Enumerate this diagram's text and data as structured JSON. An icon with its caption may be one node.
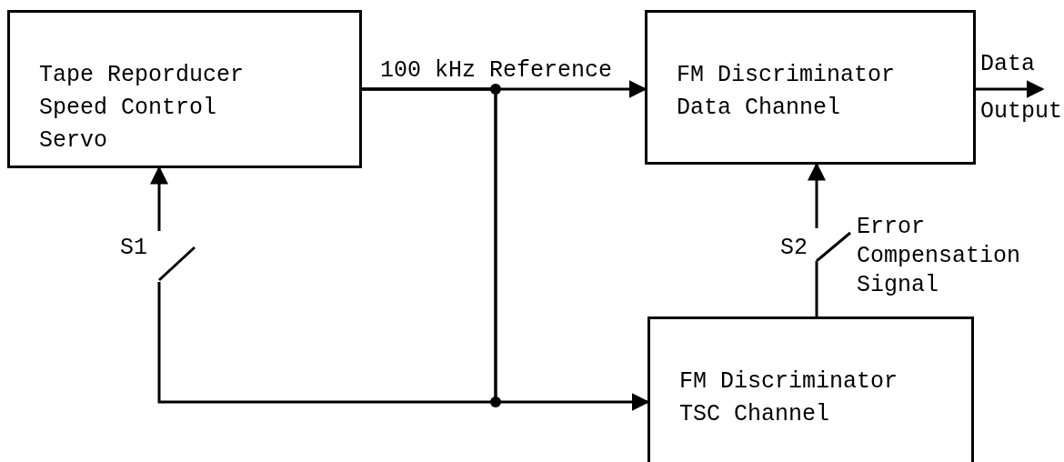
{
  "diagram": {
    "nodes": [
      {
        "text": [
          "Tape Reporducer Speed Control Servo"
        ]
      },
      {
        "text": [
          "FM Discriminator Data Channel"
        ]
      },
      {
        "text": [
          "FM Discriminator TSC Channel"
        ]
      },
      {
        "text": [
          "S1"
        ]
      },
      {
        "text": [
          "S2"
        ],
        "beside": [
          "Error Compensation Signal"
        ]
      }
    ],
    "edges": [
      {
        "from": 0,
        "to": 1,
        "arrow": "to",
        "label": "100 kHz Reference"
      },
      {
        "from": 0,
        "to": 2,
        "arrow": "to"
      },
      {
        "from": 0,
        "to": 3,
        "arrow": "none"
      },
      {
        "from": 3,
        "to": 0,
        "arrow": "to"
      },
      {
        "from": 2,
        "to": 4,
        "arrow": "none"
      },
      {
        "from": 4,
        "to": 1,
        "arrow": "to"
      },
      {
        "from": 1,
        "to": null,
        "arrow": "to",
        "label": "Data Output"
      }
    ]
  }
}
